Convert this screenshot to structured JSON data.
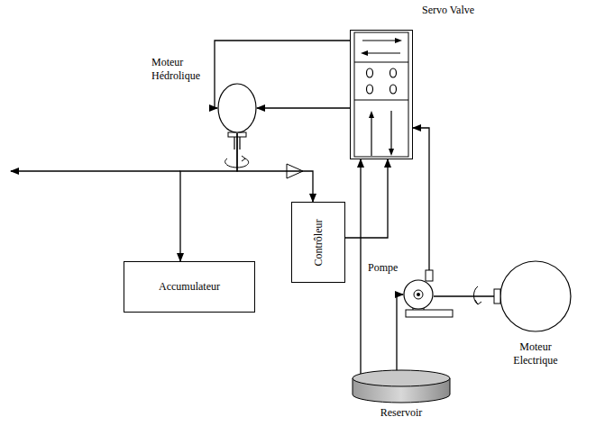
{
  "diagram": {
    "nodes": [
      {
        "text": [
          "Servo Valve"
        ]
      },
      {
        "text": [
          "Moteur Hédrolique"
        ]
      },
      {
        "text": [
          "Accumulateur"
        ]
      },
      {
        "text": [
          "Contrôleur"
        ]
      },
      {
        "text": [
          "Pompe"
        ]
      },
      {
        "text": [
          "Moteur Electrique"
        ]
      },
      {
        "text": [
          "Reservoir"
        ]
      }
    ],
    "edges": [
      {
        "from": 0,
        "to": 1,
        "arrow": "to"
      },
      {
        "from": 0,
        "to": 1,
        "arrow": "to"
      },
      {
        "from": 1,
        "to": 2,
        "arrow": "to"
      },
      {
        "from": 1,
        "to": 3,
        "arrow": "to"
      },
      {
        "from": 3,
        "to": 0,
        "arrow": "to"
      },
      {
        "from": 6,
        "to": 0,
        "arrow": "to"
      },
      {
        "from": 6,
        "to": 4,
        "arrow": "to"
      },
      {
        "from": 4,
        "to": 0,
        "arrow": "to"
      },
      {
        "from": 5,
        "to": 4,
        "arrow": "none"
      }
    ]
  }
}
